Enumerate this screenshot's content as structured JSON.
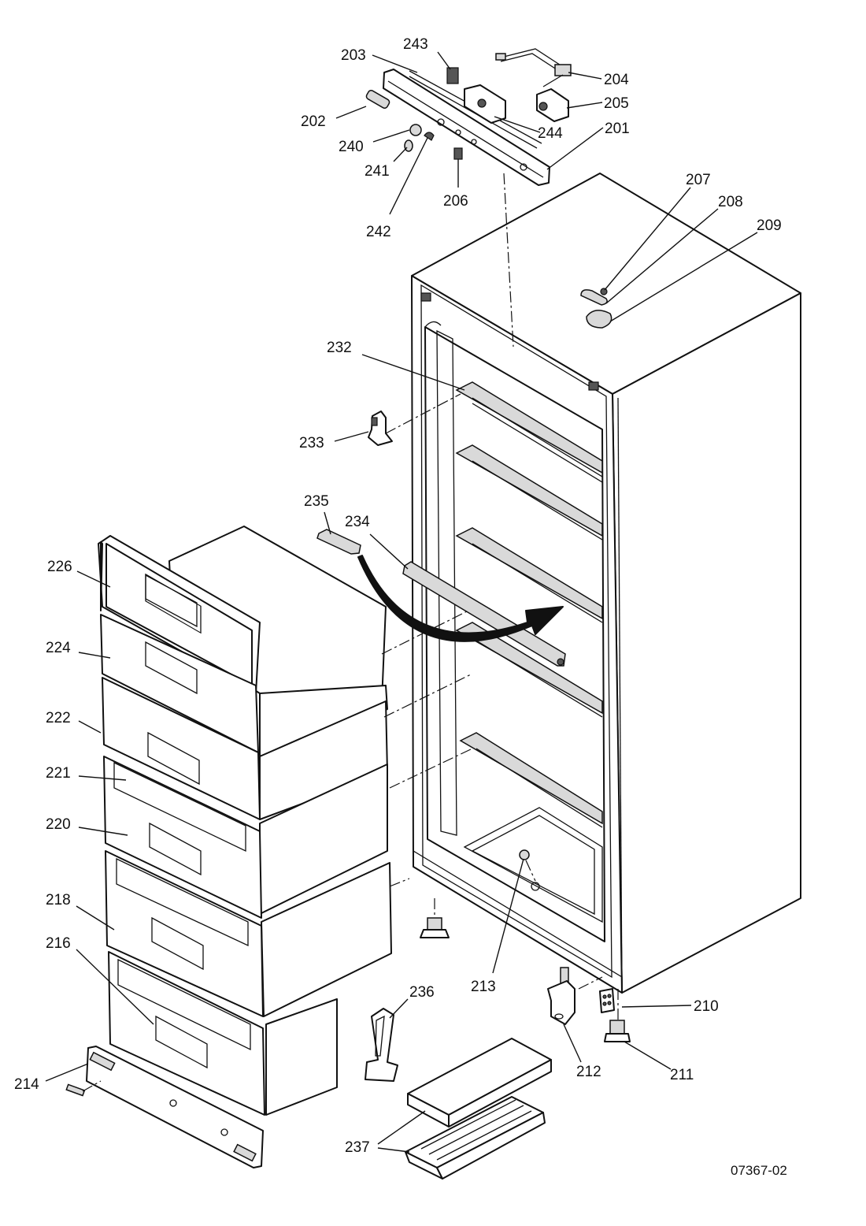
{
  "drawing_number": "07367-02",
  "callouts": [
    {
      "id": "c243",
      "label": "243"
    },
    {
      "id": "c203",
      "label": "203"
    },
    {
      "id": "c204",
      "label": "204"
    },
    {
      "id": "c205",
      "label": "205"
    },
    {
      "id": "c202",
      "label": "202"
    },
    {
      "id": "c244",
      "label": "244"
    },
    {
      "id": "c201",
      "label": "201"
    },
    {
      "id": "c240",
      "label": "240"
    },
    {
      "id": "c241",
      "label": "241"
    },
    {
      "id": "c206",
      "label": "206"
    },
    {
      "id": "c242",
      "label": "242"
    },
    {
      "id": "c207",
      "label": "207"
    },
    {
      "id": "c208",
      "label": "208"
    },
    {
      "id": "c209",
      "label": "209"
    },
    {
      "id": "c232",
      "label": "232"
    },
    {
      "id": "c233",
      "label": "233"
    },
    {
      "id": "c235",
      "label": "235"
    },
    {
      "id": "c234",
      "label": "234"
    },
    {
      "id": "c226",
      "label": "226"
    },
    {
      "id": "c224",
      "label": "224"
    },
    {
      "id": "c222",
      "label": "222"
    },
    {
      "id": "c221",
      "label": "221"
    },
    {
      "id": "c220",
      "label": "220"
    },
    {
      "id": "c218",
      "label": "218"
    },
    {
      "id": "c216",
      "label": "216"
    },
    {
      "id": "c236",
      "label": "236"
    },
    {
      "id": "c213",
      "label": "213"
    },
    {
      "id": "c210",
      "label": "210"
    },
    {
      "id": "c212",
      "label": "212"
    },
    {
      "id": "c211",
      "label": "211"
    },
    {
      "id": "c214",
      "label": "214"
    },
    {
      "id": "c237",
      "label": "237"
    }
  ]
}
